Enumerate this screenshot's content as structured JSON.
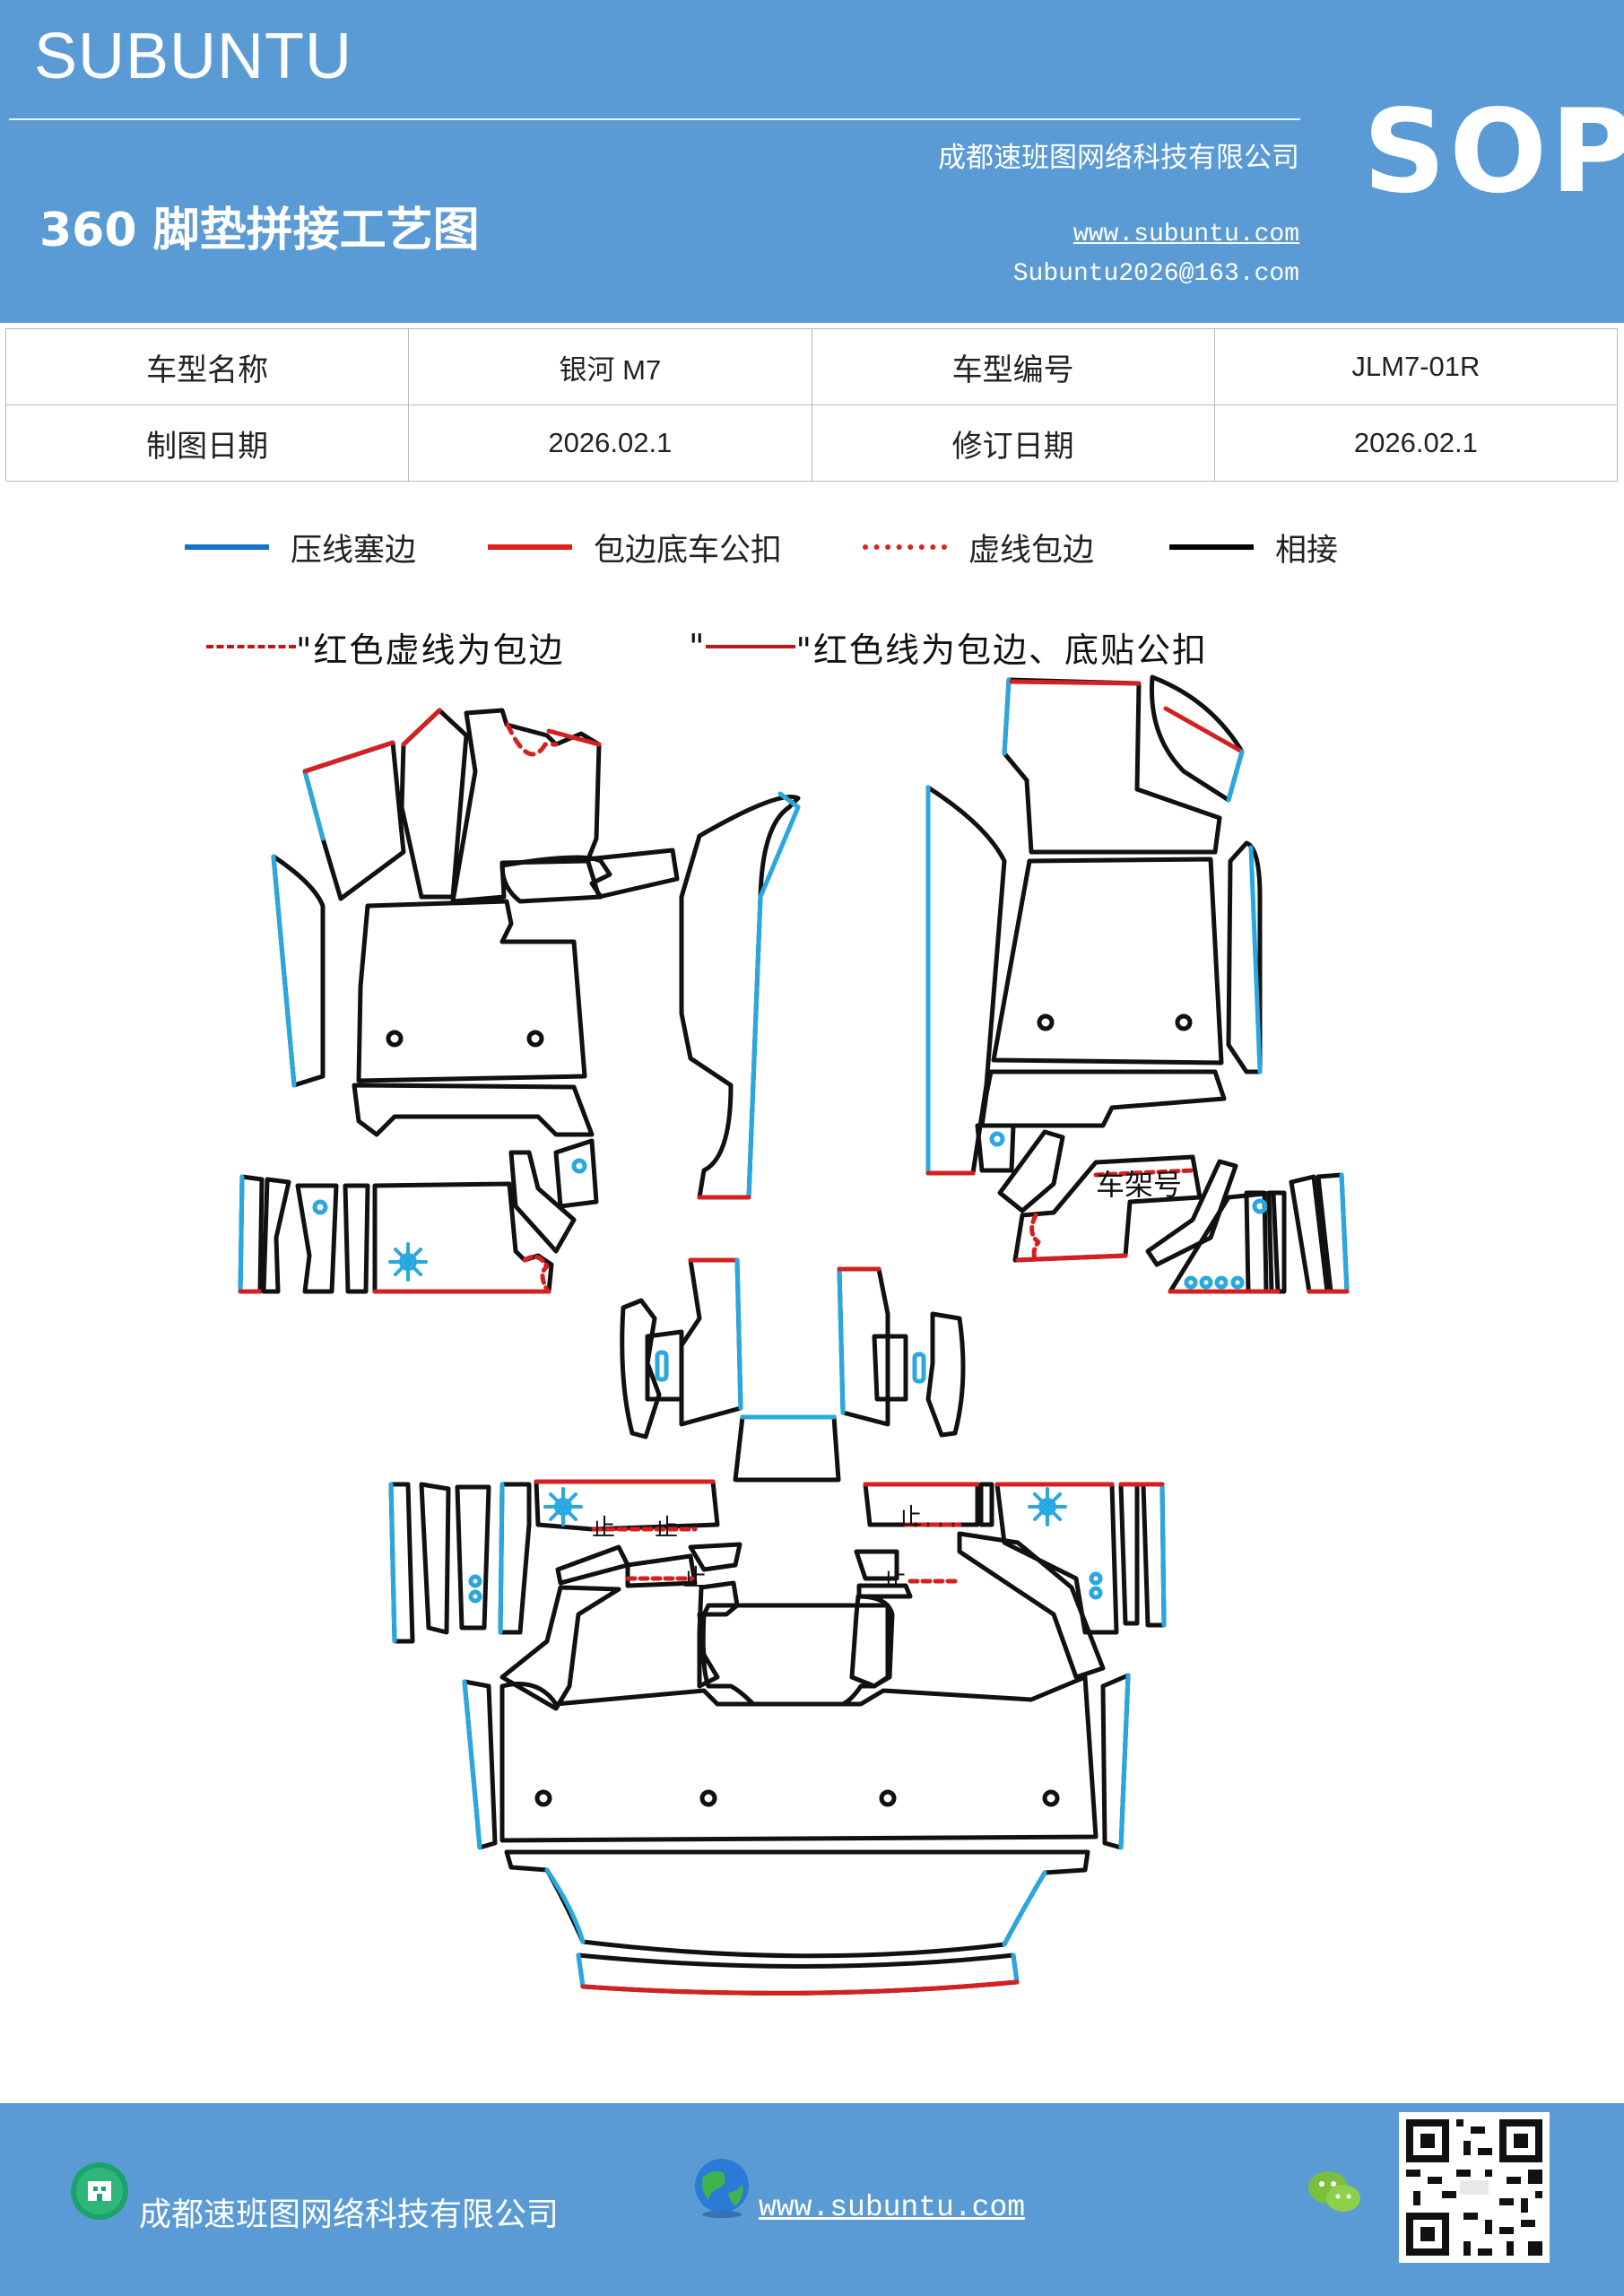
{
  "header": {
    "brand": "SUBUNTU",
    "company": "成都速班图网络科技有限公司",
    "title": "360 脚垫拼接工艺图",
    "website": "www.subuntu.com",
    "email": "Subuntu2026@163.com",
    "badge": "SOP"
  },
  "info": {
    "model_name_label": "车型名称",
    "model_name": "银河 M7",
    "model_code_label": "车型编号",
    "model_code": "JLM7-01R",
    "draw_date_label": "制图日期",
    "draw_date": "2026.02.1",
    "revise_date_label": "修订日期",
    "revise_date": "2026.02.1"
  },
  "legend": [
    {
      "label": "压线塞边",
      "color": "#1570c9",
      "style": "solid"
    },
    {
      "label": "包边底车公扣",
      "color": "#e0201b",
      "style": "solid"
    },
    {
      "label": "虚线包边",
      "color": "#e0201b",
      "style": "dotted"
    },
    {
      "label": "相接",
      "color": "#000000",
      "style": "solid"
    }
  ],
  "notes": {
    "dashed": "\"红色虚线为包边",
    "solid_prefix": "\"",
    "solid": "\"红色线为包边、底贴公扣"
  },
  "diagram": {
    "frame_label": "车架号",
    "buckle_label": "止",
    "colors": {
      "blue": "#29a8e0",
      "red": "#d42020",
      "black": "#111111"
    }
  },
  "footer": {
    "company": "成都速班图网络科技有限公司",
    "website": "www.subuntu.com"
  }
}
